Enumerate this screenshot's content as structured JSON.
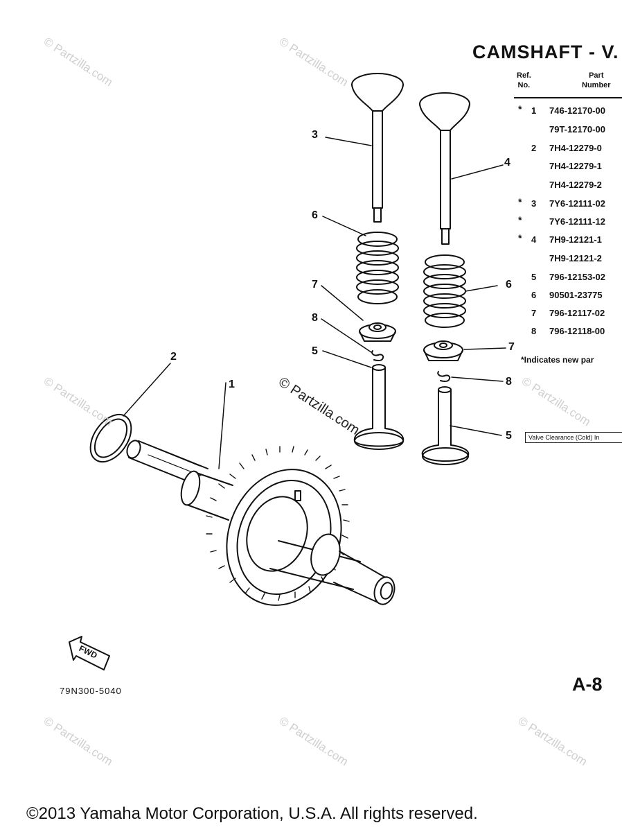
{
  "title": "CAMSHAFT - V.",
  "table": {
    "header_ref": "Ref.\nNo.",
    "header_part": "Part\nNumber",
    "rows": [
      {
        "star": "*",
        "ref": "1",
        "part": "746-12170-00"
      },
      {
        "star": "",
        "ref": "",
        "part": "79T-12170-00"
      },
      {
        "star": "",
        "ref": "2",
        "part": "7H4-12279-0"
      },
      {
        "star": "",
        "ref": "",
        "part": "7H4-12279-1"
      },
      {
        "star": "",
        "ref": "",
        "part": "7H4-12279-2"
      },
      {
        "star": "*",
        "ref": "3",
        "part": "7Y6-12111-02"
      },
      {
        "star": "*",
        "ref": "",
        "part": "7Y6-12111-12"
      },
      {
        "star": "*",
        "ref": "4",
        "part": "7H9-12121-1"
      },
      {
        "star": "",
        "ref": "",
        "part": "7H9-12121-2"
      },
      {
        "star": "",
        "ref": "5",
        "part": "796-12153-02"
      },
      {
        "star": "",
        "ref": "6",
        "part": "90501-23775"
      },
      {
        "star": "",
        "ref": "7",
        "part": "796-12117-02"
      },
      {
        "star": "",
        "ref": "8",
        "part": "796-12118-00"
      }
    ],
    "note": "*Indicates new par",
    "clearance_box": "Valve Clearance (Cold) In"
  },
  "callouts": {
    "c1": "1",
    "c2": "2",
    "c3": "3",
    "c4": "4",
    "c5a": "5",
    "c5b": "5",
    "c6a": "6",
    "c6b": "6",
    "c7a": "7",
    "c7b": "7",
    "c8a": "8",
    "c8b": "8"
  },
  "fwd_label": "FWD",
  "diagram_code": "79N300-5040",
  "page_number": "A-8",
  "watermark_main": "© Partzilla.com",
  "watermark_faint": "© Partzilla.com",
  "copyright": "©2013 Yamaha Motor Corporation, U.S.A. All rights reserved."
}
